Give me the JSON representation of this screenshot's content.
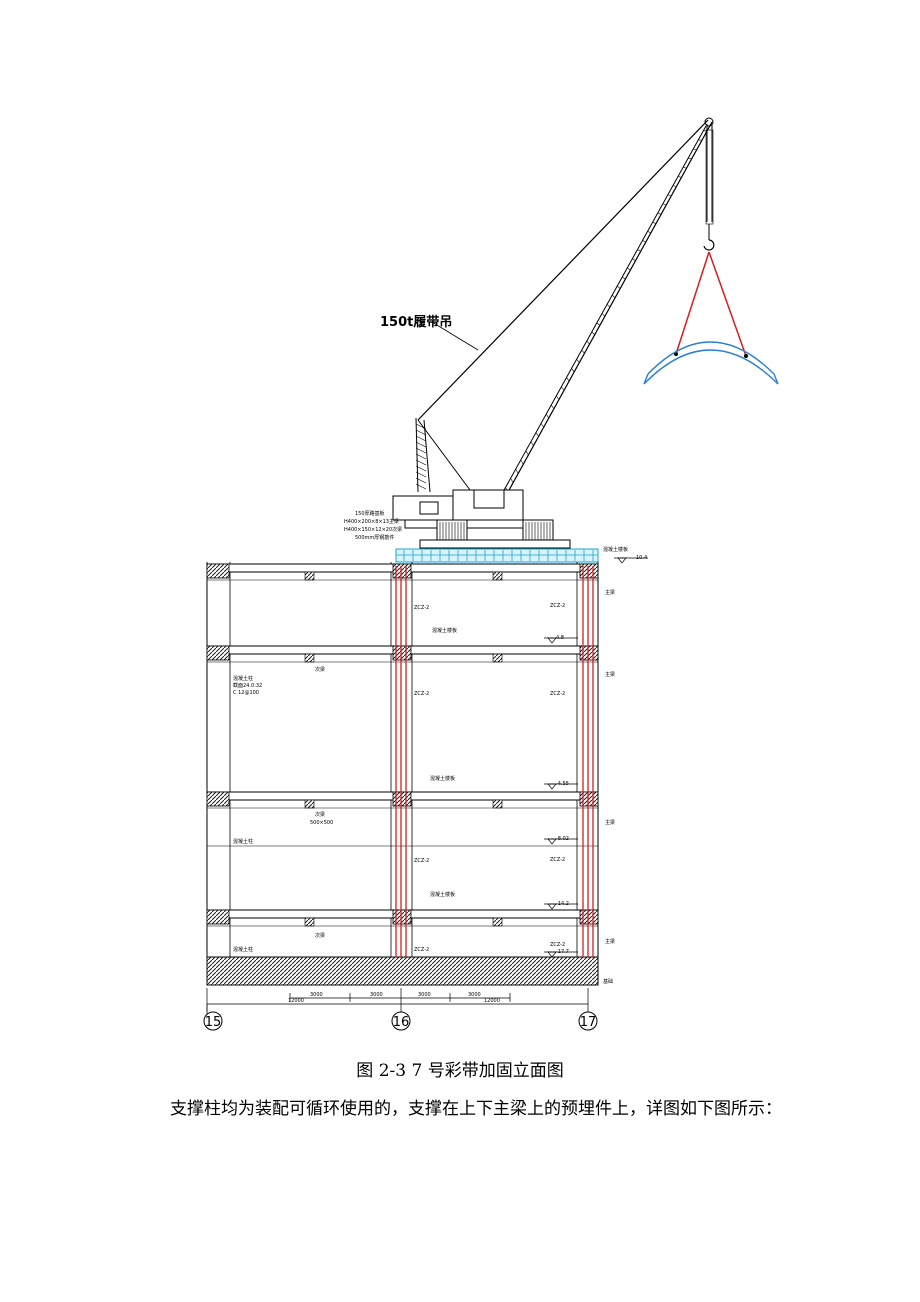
{
  "drawing": {
    "crane_label": "150t履带吊",
    "crane_notes": [
      "150厚路基板",
      "H400×200×8×13主梁",
      "H400×150×12×20次梁",
      "500mm厚钢筋件"
    ],
    "labels": {
      "concrete_slab": "混凝土楼板",
      "main_beam": "主梁",
      "secondary_beam": "次梁",
      "secondary_beam_size": "500×500",
      "concrete_column": "混凝土柱",
      "column_note_1": "截面24.0:32",
      "column_note_2": "C 12@100",
      "support": "ZCZ-2",
      "foundation": "基础"
    },
    "elevations": [
      "10.4",
      "4.8",
      "-4.55",
      "-8.02",
      "-14.2",
      "-17.7"
    ],
    "dimensions": [
      "3000",
      "3000",
      "3000",
      "3000",
      "12000",
      "12000"
    ],
    "axes": [
      "15",
      "16",
      "17"
    ]
  },
  "caption": "图 2-3 7 号彩带加固立面图",
  "body_text": "支撑柱均为装配可循环使用的，支撑在上下主梁上的预埋件上，详图如下图所示："
}
